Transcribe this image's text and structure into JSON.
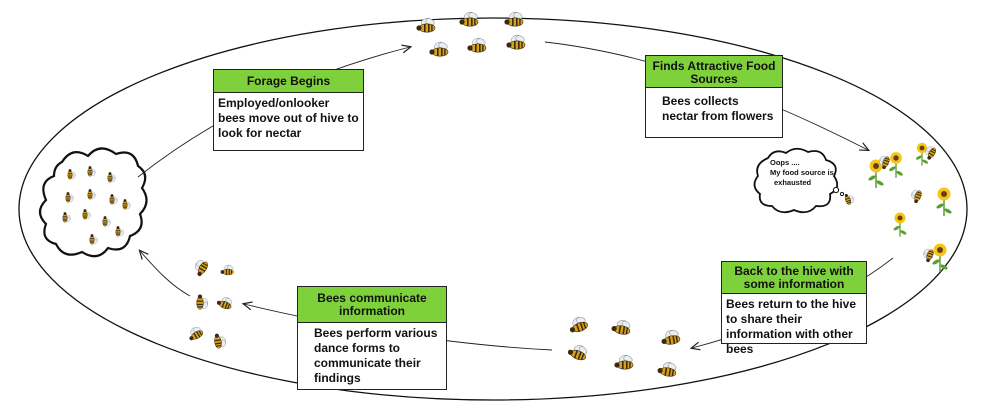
{
  "boxes": {
    "forage": {
      "title": "Forage  Begins",
      "body": "Employed/onlooker bees move out of hive to look for nectar"
    },
    "finds": {
      "title": "Finds Attractive Food Sources",
      "body": "Bees collects nectar from flowers"
    },
    "back": {
      "title": "Back to the hive with some information",
      "body": "Bees return to the hive to share their information with other bees"
    },
    "communicate": {
      "title": "Bees communicate information",
      "body": "Bees perform various dance forms to communicate their findings"
    }
  },
  "thought": {
    "line1": "Oops ....",
    "line2": "My food source is",
    "line3": "exhausted"
  },
  "colors": {
    "box_header": "#7fd13b",
    "bee_body": "#d9a21c",
    "bee_stripe": "#3a2a10",
    "flower_petal": "#f5c518",
    "flower_center": "#6b3e12",
    "stem": "#5a9e2f"
  },
  "icons": [
    "bee-icon",
    "hive-cloud-icon",
    "sunflower-icon",
    "thought-cloud-icon",
    "arrow-icon"
  ]
}
